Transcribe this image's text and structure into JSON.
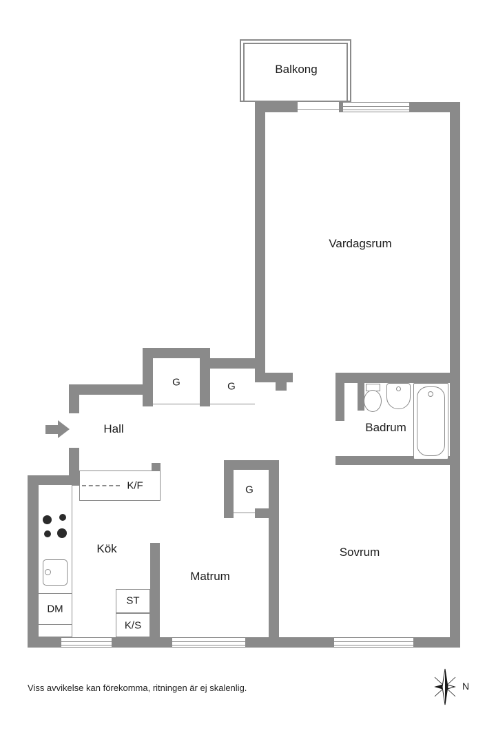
{
  "colors": {
    "wall": "#8a8a8a",
    "text": "#1b1b1b"
  },
  "rooms": {
    "balkong": "Balkong",
    "vardagsrum": "Vardagsrum",
    "hall": "Hall",
    "badrum": "Badrum",
    "sovrum": "Sovrum",
    "kok": "Kök",
    "matrum": "Matrum"
  },
  "storage": {
    "g": "G",
    "kf": "K/F",
    "st": "ST",
    "ks": "K/S",
    "dm": "DM"
  },
  "compass": {
    "north": "N"
  },
  "footer": {
    "disclaimer": "Viss avvikelse kan förekomma, ritningen är ej skalenlig."
  }
}
